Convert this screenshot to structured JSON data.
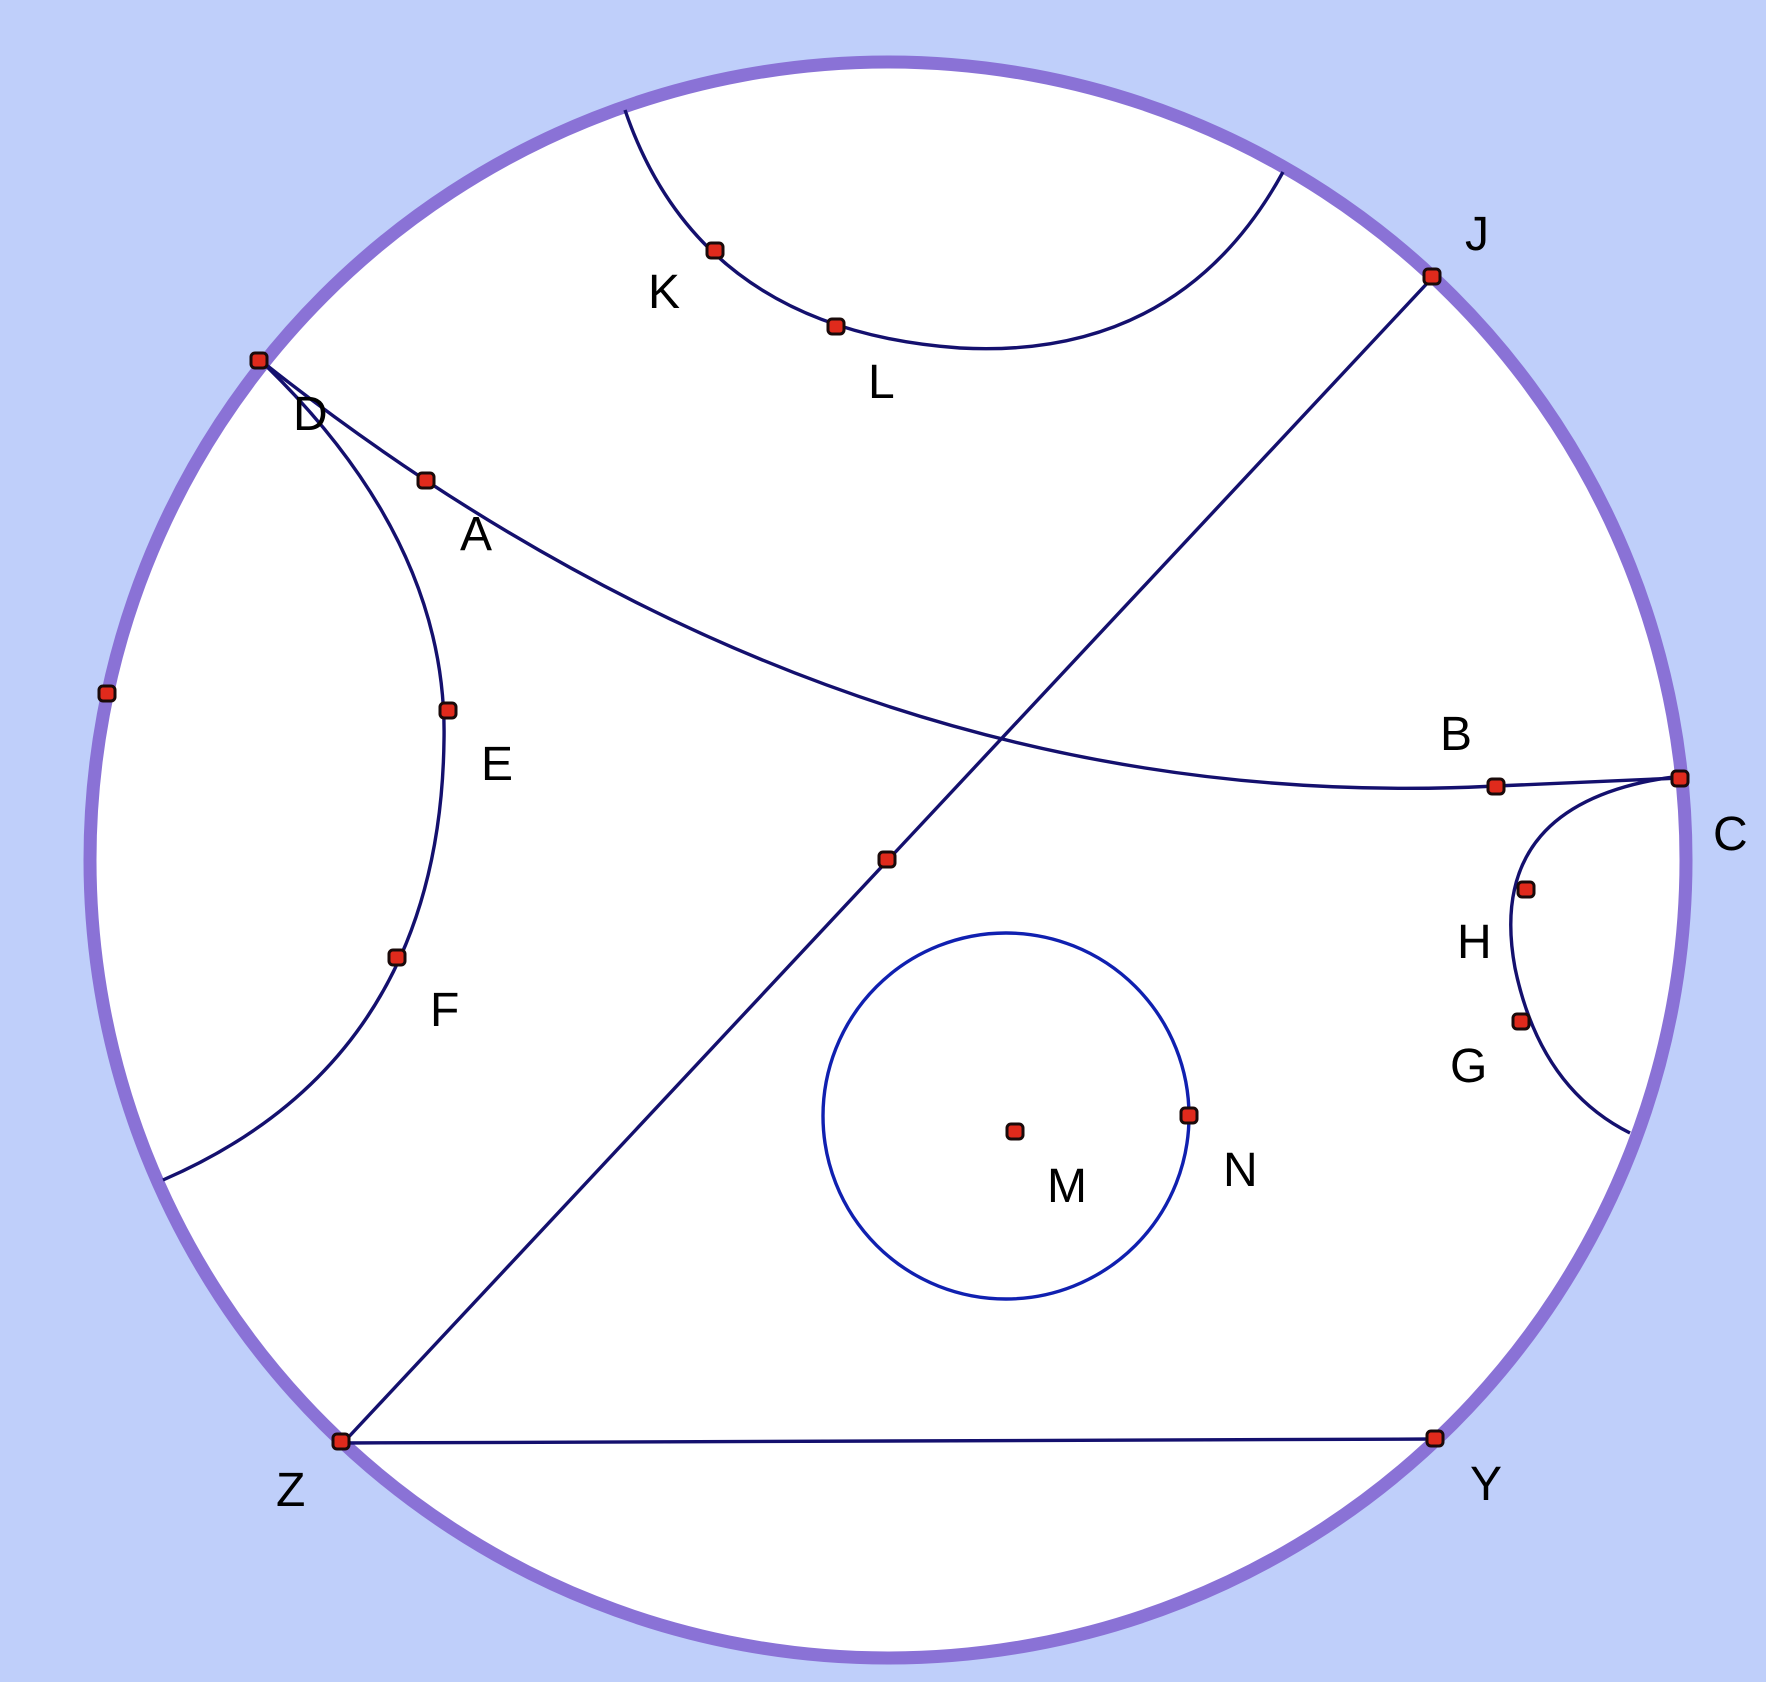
{
  "colors": {
    "background": "#bfcffa",
    "disk_fill": "#ffffff",
    "boundary": "#8a72d6",
    "geodesic": "#14106e",
    "circle": "#1020b0",
    "point": "#e02a1c"
  },
  "labels": {
    "A": "A",
    "B": "B",
    "C": "C",
    "D": "D",
    "E": "E",
    "F": "F",
    "G": "G",
    "H": "H",
    "J": "J",
    "K": "K",
    "L": "L",
    "M": "M",
    "N": "N",
    "Y": "Y",
    "Z": "Z"
  }
}
